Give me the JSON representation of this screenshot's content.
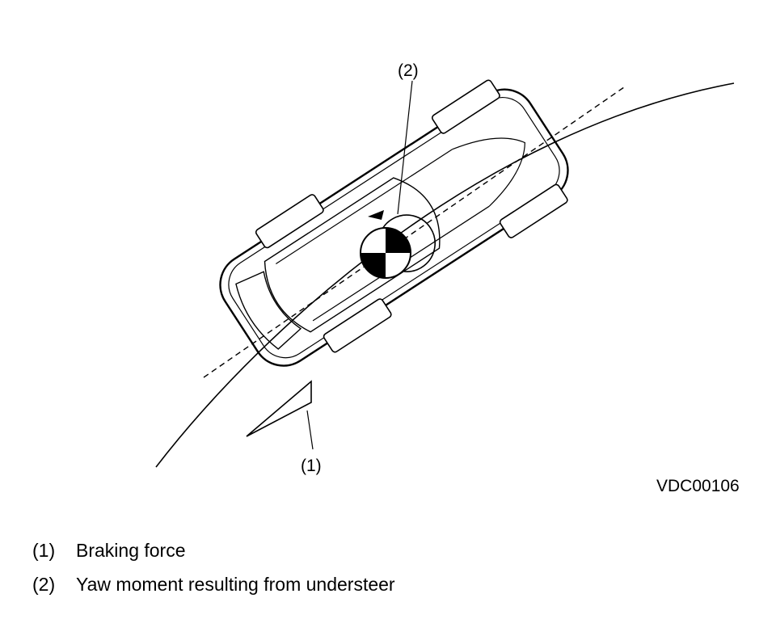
{
  "diagram": {
    "callouts": {
      "c1": "(1)",
      "c2": "(2)"
    },
    "figure_id": "VDC00106"
  },
  "legend": [
    {
      "num": "(1)",
      "text": "Braking force"
    },
    {
      "num": "(2)",
      "text": "Yaw moment resulting from understeer"
    }
  ]
}
